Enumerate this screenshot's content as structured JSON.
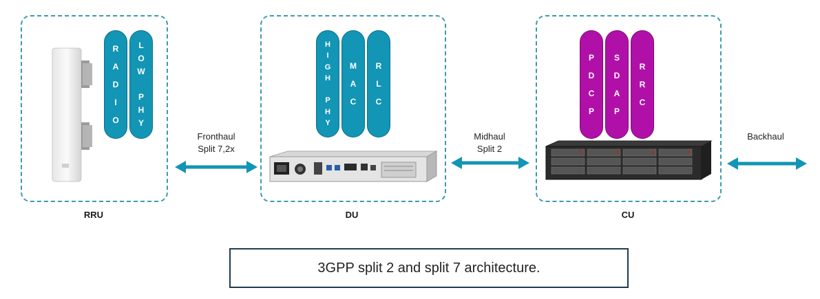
{
  "nodes": {
    "rru": {
      "label": "RRU"
    },
    "du": {
      "label": "DU"
    },
    "cu": {
      "label": "CU"
    }
  },
  "rru_layers": [
    {
      "text": "RADIO",
      "color": "#1395b5"
    },
    {
      "text": "LOW PHY",
      "color": "#1395b5"
    }
  ],
  "du_layers": [
    {
      "text": "HIGH PHY",
      "color": "#1395b5"
    },
    {
      "text": "MAC",
      "color": "#1395b5"
    },
    {
      "text": "RLC",
      "color": "#1395b5"
    }
  ],
  "cu_layers": [
    {
      "text": "PDCP",
      "color": "#b110a8"
    },
    {
      "text": "SDAP",
      "color": "#b110a8"
    },
    {
      "text": "RRC",
      "color": "#b110a8"
    }
  ],
  "links": {
    "fronthaul": {
      "line1": "Fronthaul",
      "line2": "Split 7,2x"
    },
    "midhaul": {
      "line1": "Midhaul",
      "line2": "Split 2"
    },
    "backhaul": {
      "line1": "Backhaul"
    }
  },
  "caption": "3GPP split 2 and split 7 architecture.",
  "colors": {
    "accent": "#1395b5",
    "cu_accent": "#b110a8",
    "border": "#3a9ab0"
  }
}
